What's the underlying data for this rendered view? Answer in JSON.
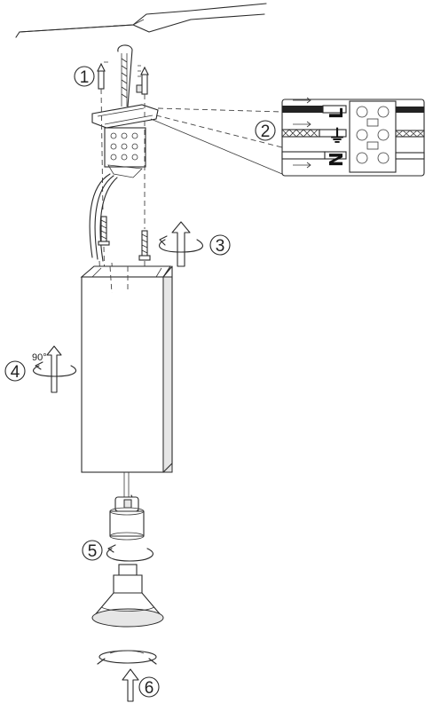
{
  "steps": [
    {
      "number": "1"
    },
    {
      "number": "2"
    },
    {
      "number": "3"
    },
    {
      "number": "4",
      "note": "90°"
    },
    {
      "number": "5"
    },
    {
      "number": "6"
    }
  ],
  "terminal_block": {
    "labels": [
      "L",
      "⏚",
      "N"
    ]
  }
}
